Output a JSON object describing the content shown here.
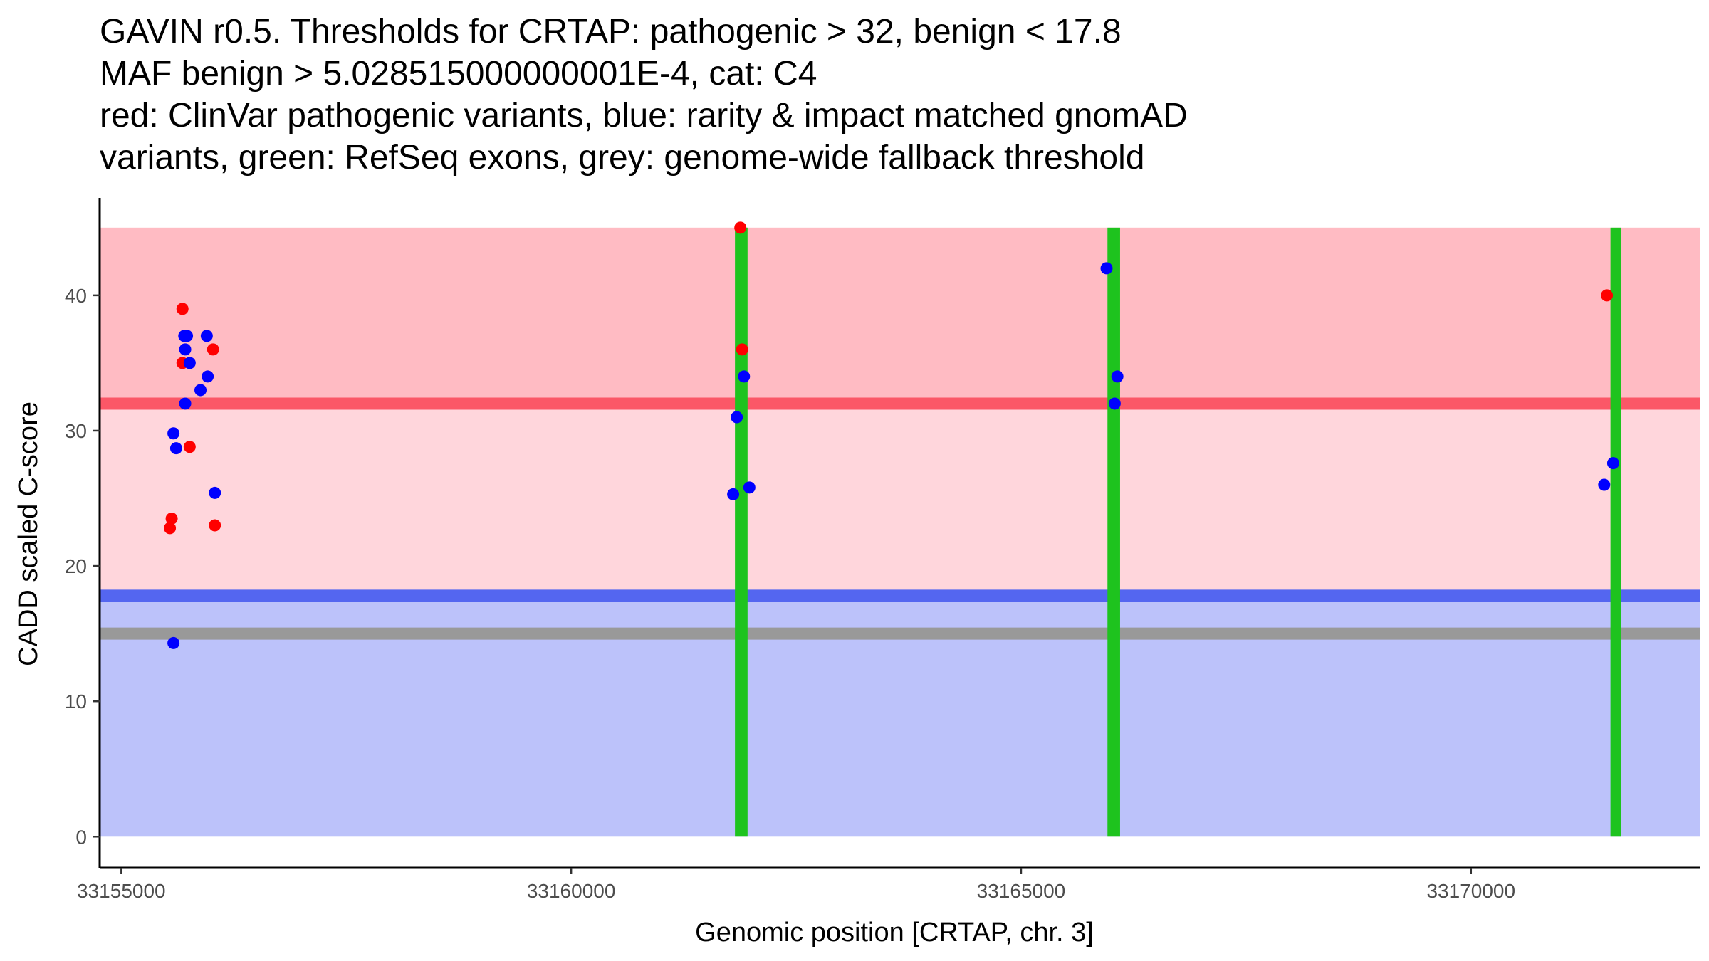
{
  "chart_data": {
    "type": "scatter",
    "title_lines": [
      "GAVIN r0.5. Thresholds for CRTAP: pathogenic > 32, benign < 17.8",
      "MAF benign > 5.028515000000001E-4, cat: C4",
      "red: ClinVar pathogenic variants, blue: rarity & impact matched gnomAD",
      "variants, green: RefSeq exons, grey: genome-wide fallback threshold"
    ],
    "xlabel": "Genomic position [CRTAP, chr. 3]",
    "ylabel": "CADD scaled C-score",
    "xlim": [
      33154760,
      33172550
    ],
    "ylim": [
      -2.3,
      47.2
    ],
    "x_ticks": [
      {
        "value": 33155000,
        "label": "33155000"
      },
      {
        "value": 33160000,
        "label": "33160000"
      },
      {
        "value": 33165000,
        "label": "33165000"
      },
      {
        "value": 33170000,
        "label": "33170000"
      }
    ],
    "y_ticks": [
      {
        "value": 0,
        "label": "0"
      },
      {
        "value": 10,
        "label": "10"
      },
      {
        "value": 20,
        "label": "20"
      },
      {
        "value": 30,
        "label": "30"
      },
      {
        "value": 40,
        "label": "40"
      }
    ],
    "grid": false,
    "data_x_range": [
      33154560,
      33172550
    ],
    "bands": [
      {
        "name": "pathogenic zone",
        "ymin": 32,
        "ymax": 45,
        "color": "#ffbbc3"
      },
      {
        "name": "grey zone",
        "ymin": 17.8,
        "ymax": 32,
        "color": "#ffd6dc"
      },
      {
        "name": "benign zone",
        "ymin": 0,
        "ymax": 17.8,
        "color": "#bcc2fa"
      }
    ],
    "threshold_lines": [
      {
        "name": "pathogenic threshold",
        "y": 32,
        "color": "#fb5767"
      },
      {
        "name": "benign threshold",
        "y": 17.8,
        "color": "#5466f0"
      },
      {
        "name": "genome-wide fallback threshold",
        "y": 15,
        "color": "#999999"
      }
    ],
    "exons": [
      {
        "start": 33161820,
        "end": 33161960,
        "ymin": 0,
        "ymax": 45,
        "color": "#1ec31e"
      },
      {
        "start": 33165960,
        "end": 33166100,
        "ymin": 0,
        "ymax": 45,
        "color": "#1ec31e"
      },
      {
        "start": 33171550,
        "end": 33171670,
        "ymin": 0,
        "ymax": 45,
        "color": "#1ec31e"
      }
    ],
    "series": [
      {
        "color": "#ff0000",
        "points": [
          {
            "x": 33155680,
            "y": 39
          },
          {
            "x": 33155680,
            "y": 35
          },
          {
            "x": 33156020,
            "y": 36
          },
          {
            "x": 33155760,
            "y": 28.8
          },
          {
            "x": 33155560,
            "y": 23.5
          },
          {
            "x": 33155540,
            "y": 22.8
          },
          {
            "x": 33156040,
            "y": 23
          },
          {
            "x": 33161880,
            "y": 45
          },
          {
            "x": 33161900,
            "y": 36
          },
          {
            "x": 33171510,
            "y": 40
          }
        ]
      },
      {
        "color": "#0000ff",
        "points": [
          {
            "x": 33155700,
            "y": 37
          },
          {
            "x": 33155730,
            "y": 37
          },
          {
            "x": 33155950,
            "y": 37
          },
          {
            "x": 33155710,
            "y": 36
          },
          {
            "x": 33155760,
            "y": 35
          },
          {
            "x": 33155960,
            "y": 34
          },
          {
            "x": 33155880,
            "y": 33
          },
          {
            "x": 33155710,
            "y": 32
          },
          {
            "x": 33155580,
            "y": 29.8
          },
          {
            "x": 33155610,
            "y": 28.7
          },
          {
            "x": 33156040,
            "y": 25.4
          },
          {
            "x": 33155580,
            "y": 14.3
          },
          {
            "x": 33161920,
            "y": 34
          },
          {
            "x": 33161840,
            "y": 31
          },
          {
            "x": 33161800,
            "y": 25.3
          },
          {
            "x": 33161980,
            "y": 25.8
          },
          {
            "x": 33165950,
            "y": 42
          },
          {
            "x": 33166070,
            "y": 34
          },
          {
            "x": 33166040,
            "y": 32
          },
          {
            "x": 33171480,
            "y": 26
          },
          {
            "x": 33171580,
            "y": 27.6
          }
        ]
      }
    ]
  }
}
